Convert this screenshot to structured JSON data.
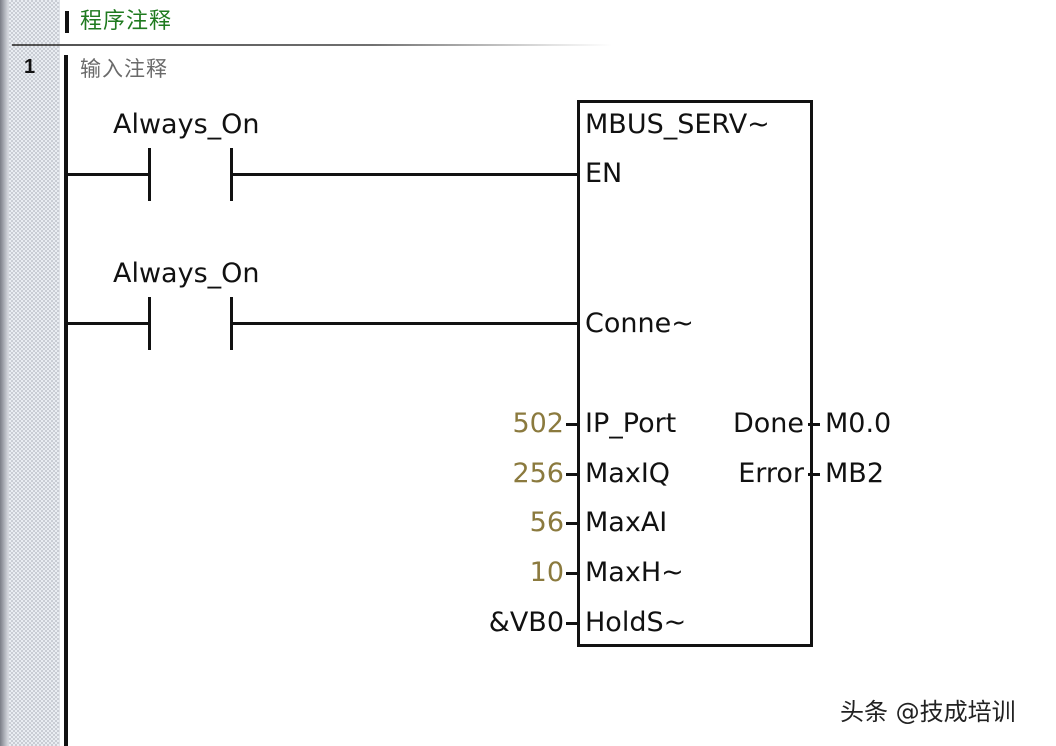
{
  "program_comment": "程序注释",
  "rung": {
    "number": "1",
    "comment": "输入注释",
    "contacts": [
      {
        "label": "Always_On",
        "type": "normally-open"
      },
      {
        "label": "Always_On",
        "type": "normally-open"
      }
    ],
    "function_block": {
      "name": "MBUS_SERV~",
      "inputs": [
        {
          "pin": "EN",
          "value": ""
        },
        {
          "pin": "Conne~",
          "value": ""
        },
        {
          "pin": "IP_Port",
          "value": "502"
        },
        {
          "pin": "MaxIQ",
          "value": "256"
        },
        {
          "pin": "MaxAI",
          "value": "56"
        },
        {
          "pin": "MaxH~",
          "value": "10"
        },
        {
          "pin": "HoldS~",
          "value": "&VB0"
        }
      ],
      "outputs": [
        {
          "pin": "Done",
          "value": "M0.0"
        },
        {
          "pin": "Error",
          "value": "MB2"
        }
      ]
    }
  },
  "colors": {
    "program_comment": "#1f7a1f",
    "constant": "#8b7a3e",
    "wire": "#111111"
  },
  "watermark": "头条 @技成培训"
}
